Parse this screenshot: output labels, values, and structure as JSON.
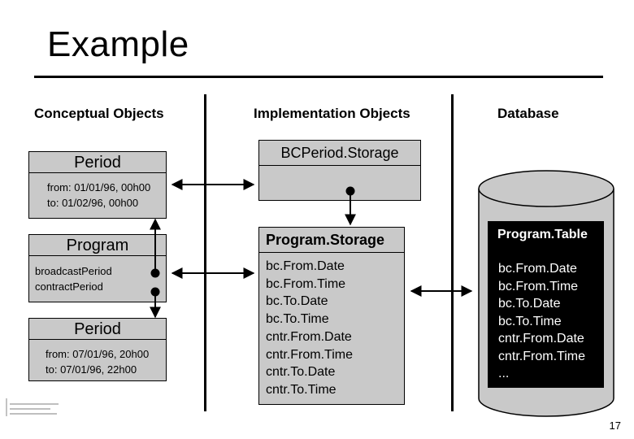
{
  "slide": {
    "title": "Example",
    "page_number": "17"
  },
  "columns": {
    "conceptual": "Conceptual Objects",
    "implementation": "Implementation Objects",
    "database": "Database"
  },
  "conceptual": {
    "period1": {
      "name": "Period",
      "attributes": [
        "from: 01/01/96, 00h00",
        "to: 01/02/96, 00h00"
      ]
    },
    "program": {
      "name": "Program",
      "attributes": [
        "broadcastPeriod",
        "contractPeriod"
      ]
    },
    "period2": {
      "name": "Period",
      "attributes": [
        "from: 07/01/96, 20h00",
        "to: 07/01/96, 22h00"
      ]
    }
  },
  "implementation": {
    "period_storage": {
      "name": "BCPeriod.Storage"
    },
    "program_storage": {
      "name": "Program.Storage",
      "fields": [
        "bc.From.Date",
        "bc.From.Time",
        "bc.To.Date",
        "bc.To.Time",
        "cntr.From.Date",
        "cntr.From.Time",
        "cntr.To.Date",
        "cntr.To.Time"
      ]
    }
  },
  "database": {
    "table": {
      "name": "Program.Table",
      "fields": [
        "bc.From.Date",
        "bc.From.Time",
        "bc.To.Date",
        "bc.To.Time",
        "cntr.From.Date",
        "cntr.From.Time",
        "..."
      ]
    }
  },
  "colors": {
    "box_fill": "#c9c9c9",
    "table_fill": "#000000",
    "line": "#000000"
  }
}
